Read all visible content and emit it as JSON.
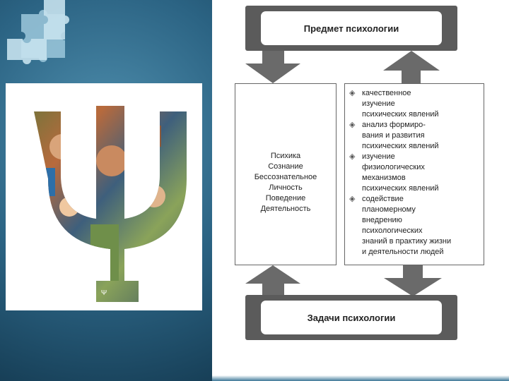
{
  "diagram": {
    "subject_title": "Предмет психологии",
    "tasks_title": "Задачи психологии",
    "left_items": [
      "Психика",
      "Сознание",
      "Бессознательное",
      "Личность",
      "Поведение",
      "Деятельность"
    ],
    "bullet_icon": "diamond-bullet-icon",
    "right_items": [
      "качественное\nизучение\nпсихических явлений",
      "анализ формиро-\nвания и развития\nпсихических явлений",
      "изучение\nфизиологических\nмеханизмов\nпсихических явлений",
      "содействие\nпланомерному\nвнедрению\nпсихологических\nзнаний в практику жизни\nи деятельности людей"
    ]
  },
  "illustration": {
    "symbol": "Ψ",
    "description_icon": "psi-collage-image"
  },
  "colors": {
    "background_blue": "#2f6784",
    "box_gray": "#5b5b5b",
    "arrow_gray": "#6a6a6a"
  }
}
